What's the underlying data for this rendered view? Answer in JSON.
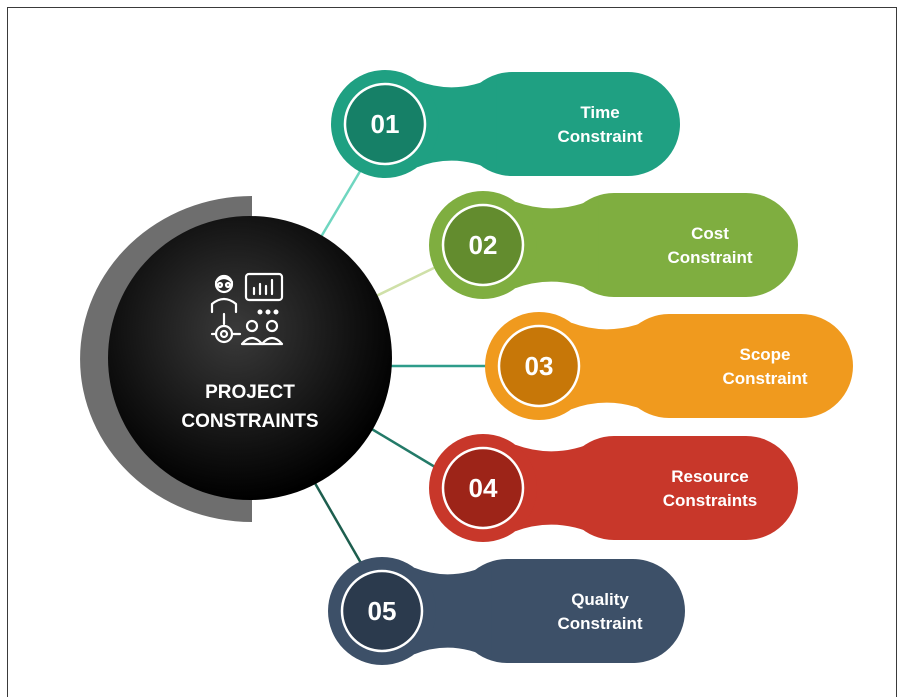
{
  "center": {
    "title_line1": "PROJECT",
    "title_line2": "CONSTRAINTS",
    "icon": "team-analytics-icon"
  },
  "items": [
    {
      "number": "01",
      "label_line1": "Time",
      "label_line2": "Constraint",
      "color": "#1fa082",
      "dark": "#168067",
      "connector": "#6fd6c0"
    },
    {
      "number": "02",
      "label_line1": "Cost",
      "label_line2": "Constraint",
      "color": "#7fae40",
      "dark": "#638c2e",
      "connector": "#cfe0a8"
    },
    {
      "number": "03",
      "label_line1": "Scope",
      "label_line2": "Constraint",
      "color": "#f09a1e",
      "dark": "#c77708",
      "connector": "#2e9c8a"
    },
    {
      "number": "04",
      "label_line1": "Resource",
      "label_line2": "Constraints",
      "color": "#c8372a",
      "dark": "#9d2418",
      "connector": "#237a68"
    },
    {
      "number": "05",
      "label_line1": "Quality",
      "label_line2": "Constraint",
      "color": "#3d5068",
      "dark": "#2b3a4d",
      "connector": "#1d5e4e"
    }
  ]
}
